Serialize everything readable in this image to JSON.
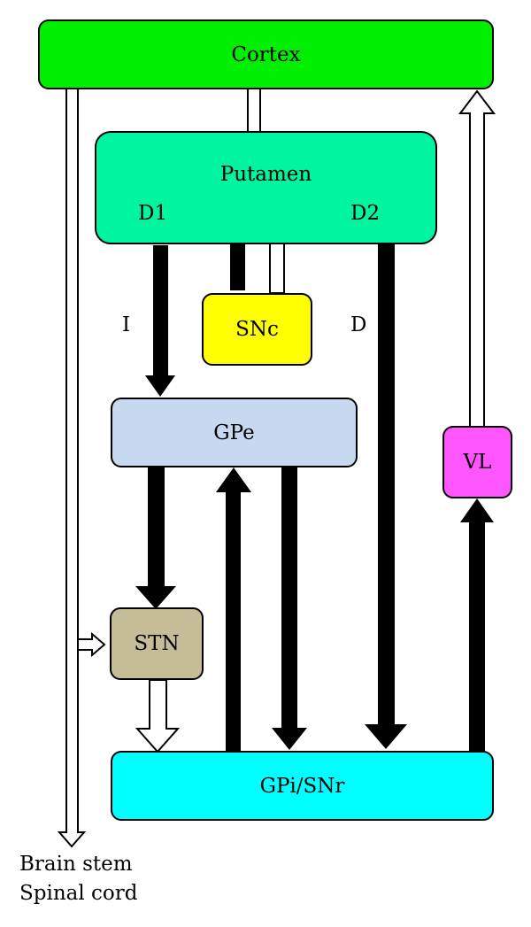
{
  "nodes": {
    "cortex": {
      "label": "Cortex",
      "color": "#00ee00"
    },
    "putamen": {
      "label": "Putamen",
      "color": "#00f5a0"
    },
    "snc": {
      "label": "SNc",
      "color": "#ffff00"
    },
    "gpe": {
      "label": "GPe",
      "color": "#c6d9f0"
    },
    "stn": {
      "label": "STN",
      "color": "#c4bd97"
    },
    "gpi_snr": {
      "label": "GPi/SNr",
      "color": "#00ffff"
    },
    "vl": {
      "label": "VL",
      "color": "#ff55ff"
    }
  },
  "labels": {
    "d1": "D1",
    "d2": "D2",
    "indirect": "I",
    "direct": "D",
    "output_line1": "Brain stem",
    "output_line2": "Spinal cord"
  },
  "arrow_colors": {
    "excitatory": "#ffffff",
    "inhibitory": "#000000"
  }
}
